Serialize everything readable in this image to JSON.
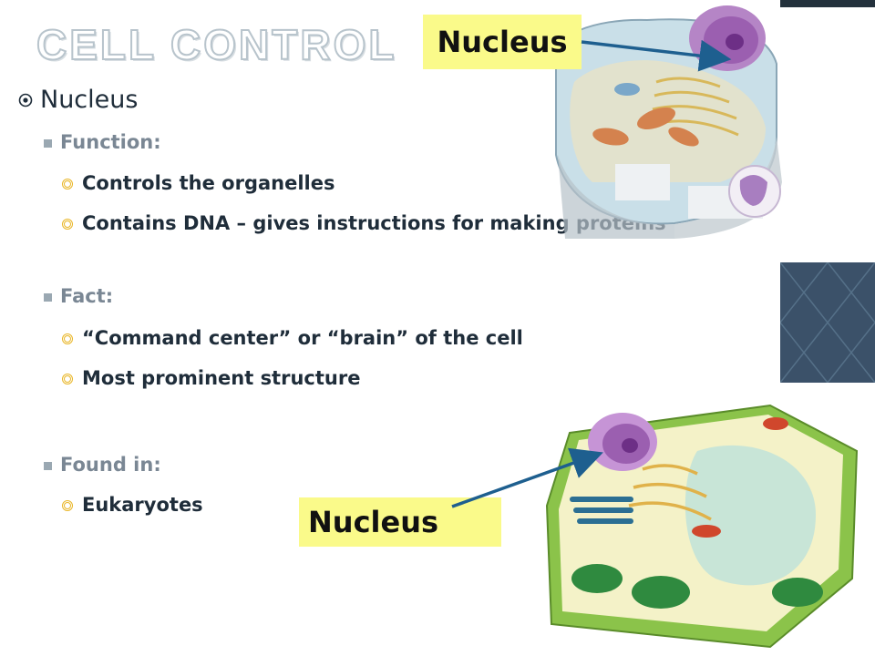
{
  "slide": {
    "title": "Cell Control",
    "bullets": {
      "nucleus": "Nucleus",
      "function_label": "Function:",
      "function_items": [
        "Controls the organelles",
        "Contains DNA – gives instructions for making proteins"
      ],
      "fact_label": "Fact:",
      "fact_items": [
        "“Command center” or “brain” of the cell",
        "Most prominent structure"
      ],
      "found_label": "Found in:",
      "found_items": [
        "Eukaryotes"
      ]
    },
    "callouts": {
      "top": "Nucleus",
      "bottom": "Nucleus"
    },
    "colors": {
      "callout_bg": "#fafa8a",
      "bullet_ring": "#e9b627",
      "accent_panel": "#3b5169"
    }
  }
}
